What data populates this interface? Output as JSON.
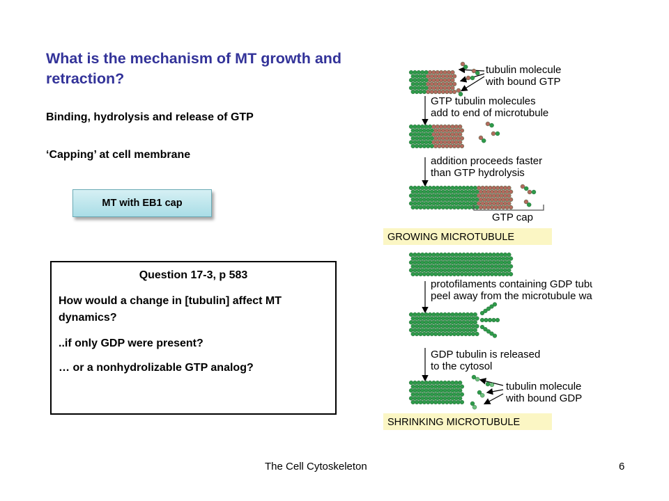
{
  "slide": {
    "title": "What is the mechanism of MT growth and retraction?",
    "line1": "Binding, hydrolysis and release of GTP",
    "line2": "‘Capping’ at cell membrane",
    "eb1_button": "MT with EB1 cap",
    "question": {
      "header": "Question 17-3, p 583",
      "body": "How would a change in [tubulin] affect MT dynamics?",
      "line2": "..if only GDP were present?",
      "line3": "… or a nonhydrolizable GTP analog?"
    },
    "footer_left": "The Cell Cytoskeleton",
    "footer_right": "6"
  },
  "diagram": {
    "labels": {
      "l1a": "tubulin molecule",
      "l1b": "with bound GTP",
      "l2a": "GTP tubulin molecules",
      "l2b": "add to end of microtubule",
      "l3a": "addition proceeds faster",
      "l3b": "than GTP hydrolysis",
      "gtp_cap": "GTP cap",
      "growing": "GROWING MICROTUBULE",
      "l4a": "protofilaments containing GDP tubulin",
      "l4b": "peel away from the microtubule wall",
      "l5a": "GDP tubulin is released",
      "l5b": "to the cytosol",
      "l6a": "tubulin molecule",
      "l6b": "with bound GDP",
      "shrinking": "SHRINKING MICROTUBULE"
    },
    "colors": {
      "gdp_tubulin": "#2e9a4a",
      "gtp_tubulin": "#b36a5e",
      "banner_fill": "#fbf6c4",
      "cap_bracket": "#555555"
    }
  }
}
